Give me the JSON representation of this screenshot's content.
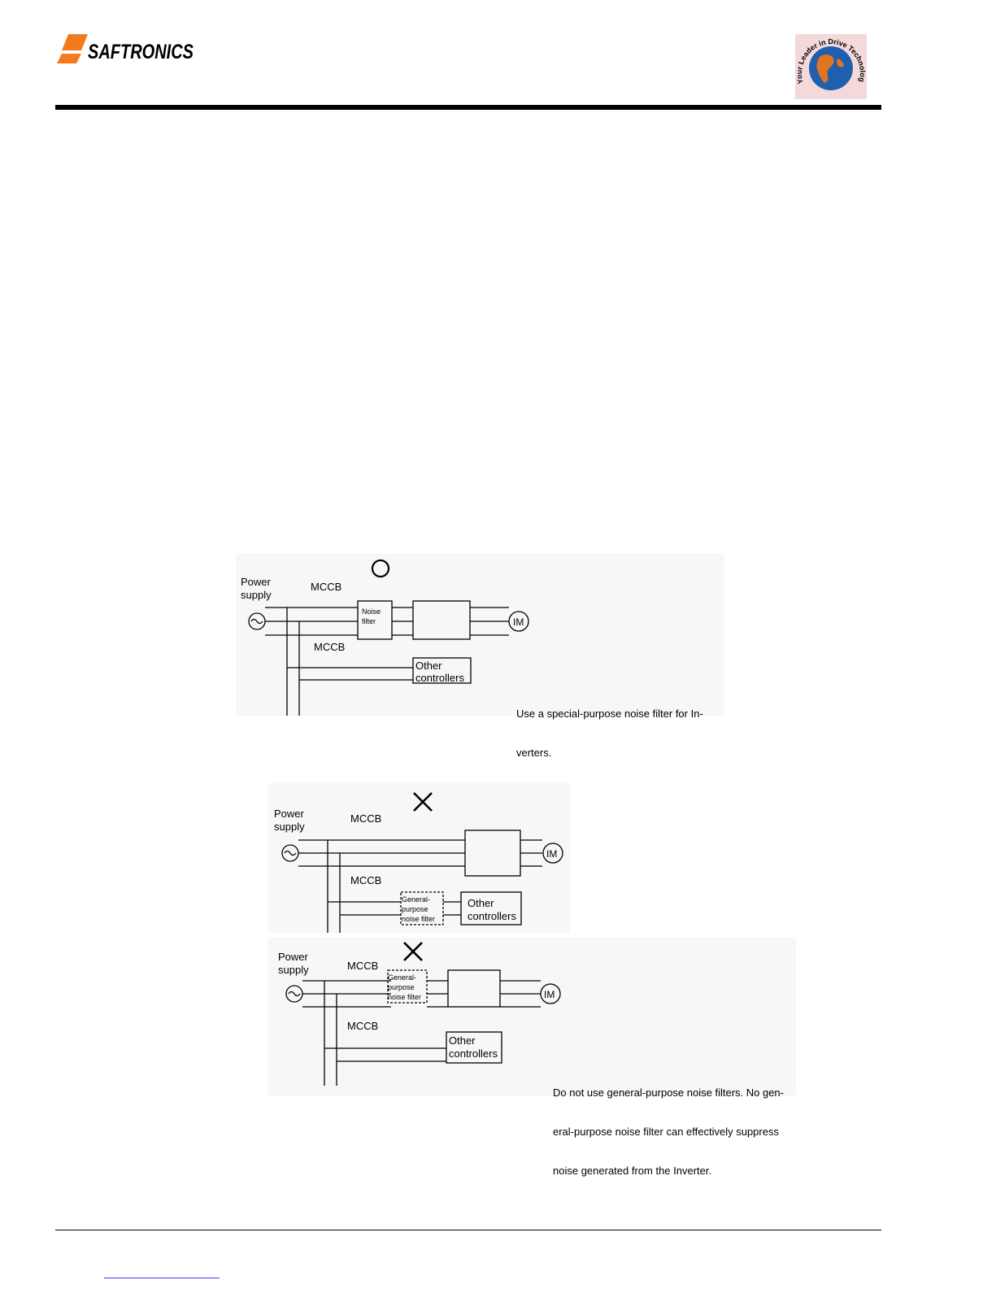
{
  "header": {
    "brand": "SAFTRONICS",
    "globe_slogan": "Your Leader in Drive Technology"
  },
  "diagrams": {
    "correct": {
      "symbol": "O",
      "power_supply": [
        "Power",
        "supply"
      ],
      "mccb_top": "MCCB",
      "mccb_bottom": "MCCB",
      "filter": [
        "Noise",
        "filter"
      ],
      "motor": "IM",
      "other": [
        "Other",
        "controllers"
      ],
      "caption": [
        "Use a special-purpose noise filter for In-",
        "verters."
      ]
    },
    "wrong_a": {
      "symbol": "X",
      "power_supply": [
        "Power",
        "supply"
      ],
      "mccb_top": "MCCB",
      "mccb_bottom": "MCCB",
      "filter": [
        "General-",
        "purpose",
        "noise filter"
      ],
      "motor": "IM",
      "other": [
        "Other",
        "controllers"
      ]
    },
    "wrong_b": {
      "symbol": "X",
      "power_supply": [
        "Power",
        "supply"
      ],
      "mccb_top": "MCCB",
      "mccb_bottom": "MCCB",
      "filter": [
        "General-",
        "purpose",
        "noise filter"
      ],
      "motor": "IM",
      "other": [
        "Other",
        "controllers"
      ],
      "caption": [
        "Do not use general-purpose noise filters. No gen-",
        "eral-purpose noise filter can effectively suppress",
        "noise generated from the Inverter."
      ]
    }
  },
  "colors": {
    "logo_orange": "#f47a20",
    "globe_blue": "#1f5fae",
    "globe_land": "#e0741f",
    "globe_bg": "#f3d9d9",
    "footer_link": "#3d3df5"
  }
}
